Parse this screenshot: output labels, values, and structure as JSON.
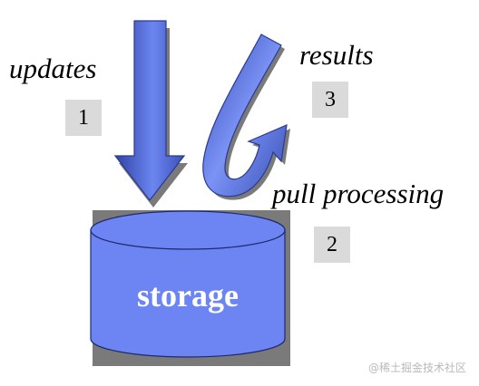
{
  "labels": {
    "updates": "updates",
    "results": "results",
    "pull_processing": "pull processing",
    "storage": "storage"
  },
  "badges": {
    "updates": "1",
    "pull_processing": "2",
    "results": "3"
  },
  "watermark": "@稀土掘金技术社区",
  "colors": {
    "shape_light": "#6c86f0",
    "shape_dark": "#2f43a6",
    "outline": "#2b3a8f",
    "shadow": "#7a7a7a",
    "storage_fill": "#6d85f3",
    "storage_text": "#ffffff",
    "badge_bg": "#dadada"
  }
}
